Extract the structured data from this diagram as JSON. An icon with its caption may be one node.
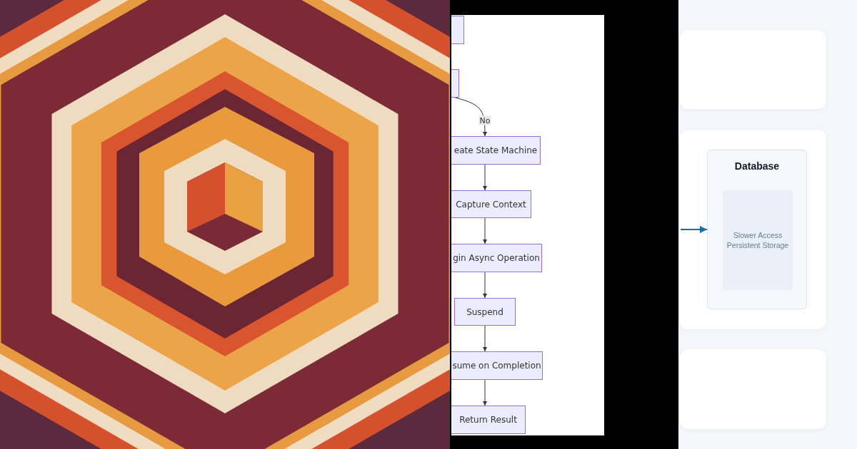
{
  "diagram": {
    "nodes": [
      {
        "text": [],
        "shape": "box"
      },
      {
        "text": [],
        "shape": "box"
      },
      {
        "text": [
          "eate State Machine"
        ]
      },
      {
        "text": [
          "Capture Context"
        ]
      },
      {
        "text": [
          "gin Async Operation"
        ]
      },
      {
        "text": [
          "Suspend"
        ]
      },
      {
        "text": [
          "sume on Completion"
        ]
      },
      {
        "text": [
          "Return Result"
        ]
      },
      {
        "text": [],
        "shape": "box"
      },
      {
        "text": [],
        "shape": "box"
      },
      {
        "text": [
          "Database"
        ],
        "in": 9
      },
      {
        "text": [
          "Slower Access Persistent Storage"
        ],
        "in": 10
      },
      {
        "text": [],
        "shape": "box"
      }
    ],
    "edges": [
      {
        "from": 1,
        "to": 2,
        "arrow": "to",
        "label": "No"
      },
      {
        "from": 2,
        "to": 3,
        "arrow": "to"
      },
      {
        "from": 3,
        "to": 4,
        "arrow": "to"
      },
      {
        "from": 4,
        "to": 5,
        "arrow": "to"
      },
      {
        "from": 5,
        "to": 6,
        "arrow": "to"
      },
      {
        "from": 6,
        "to": 7,
        "arrow": "to"
      },
      {
        "from": null,
        "to": 10,
        "arrow": "to",
        "color": "#1f6aa5"
      }
    ]
  }
}
